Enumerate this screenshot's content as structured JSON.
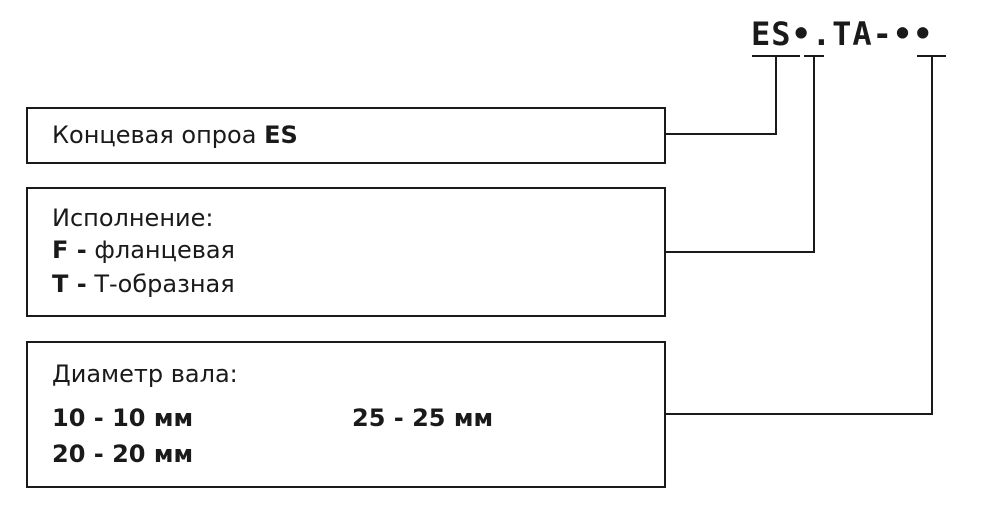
{
  "code": {
    "prefix": "ES",
    "slot1": "•",
    "middle": ".TA-",
    "slot2": "••"
  },
  "box1": {
    "text": "Концевая опроа ",
    "bold": "ES"
  },
  "box2": {
    "title": "Исполнение:",
    "options": [
      {
        "key": "F -",
        "label": " фланцевая"
      },
      {
        "key": "T -",
        "label": " Т-образная"
      }
    ]
  },
  "box3": {
    "title": "Диаметр вала:",
    "options": [
      "10 - 10 мм",
      "20 - 20 мм",
      "25 - 25 мм"
    ]
  }
}
